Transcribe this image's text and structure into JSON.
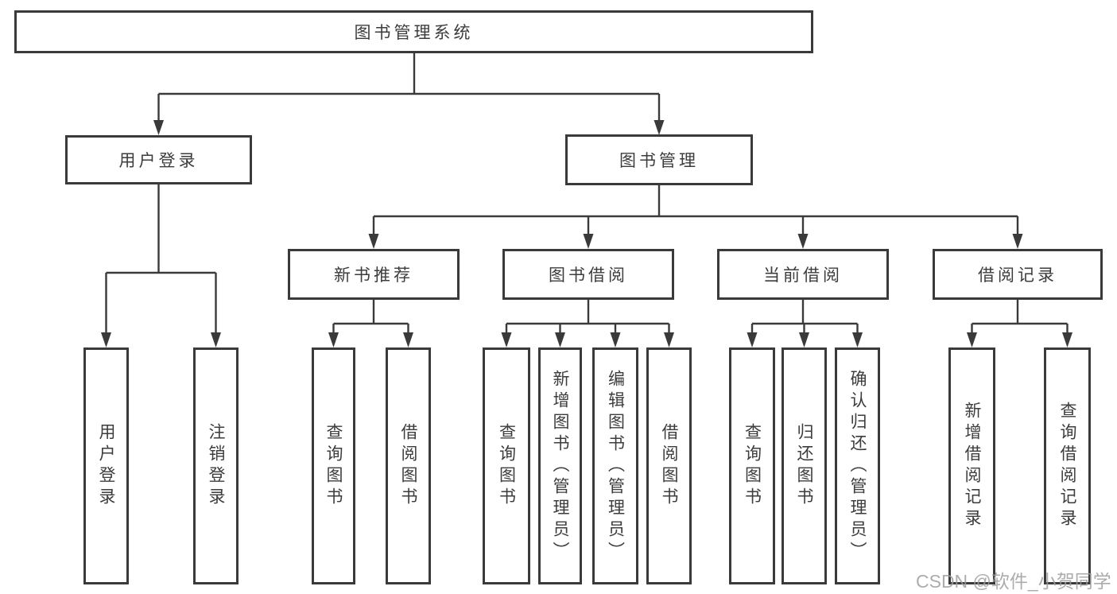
{
  "tree": {
    "root": {
      "label": "图书管理系统",
      "children": [
        {
          "label": "用户登录",
          "children": [
            {
              "label": "用户登录"
            },
            {
              "label": "注销登录"
            }
          ]
        },
        {
          "label": "图书管理",
          "children": [
            {
              "label": "新书推荐",
              "children": [
                {
                  "label": "查询图书"
                },
                {
                  "label": "借阅图书"
                }
              ]
            },
            {
              "label": "图书借阅",
              "children": [
                {
                  "label": "查询图书"
                },
                {
                  "label": "新增图书（管理员）"
                },
                {
                  "label": "编辑图书（管理员）"
                },
                {
                  "label": "借阅图书"
                }
              ]
            },
            {
              "label": "当前借阅",
              "children": [
                {
                  "label": "查询图书"
                },
                {
                  "label": "归还图书"
                },
                {
                  "label": "确认归还（管理员）"
                }
              ]
            },
            {
              "label": "借阅记录",
              "children": [
                {
                  "label": "新增借阅记录"
                },
                {
                  "label": "查询借阅记录"
                }
              ]
            }
          ]
        }
      ]
    }
  },
  "watermark": {
    "text": "CSDN @软件_小贺同学"
  },
  "colors": {
    "line": "#3a3a3a",
    "box_border": "#3a3a3a",
    "text": "#3c3c3c",
    "background": "#ffffff",
    "watermark": "#9e9e9e"
  }
}
